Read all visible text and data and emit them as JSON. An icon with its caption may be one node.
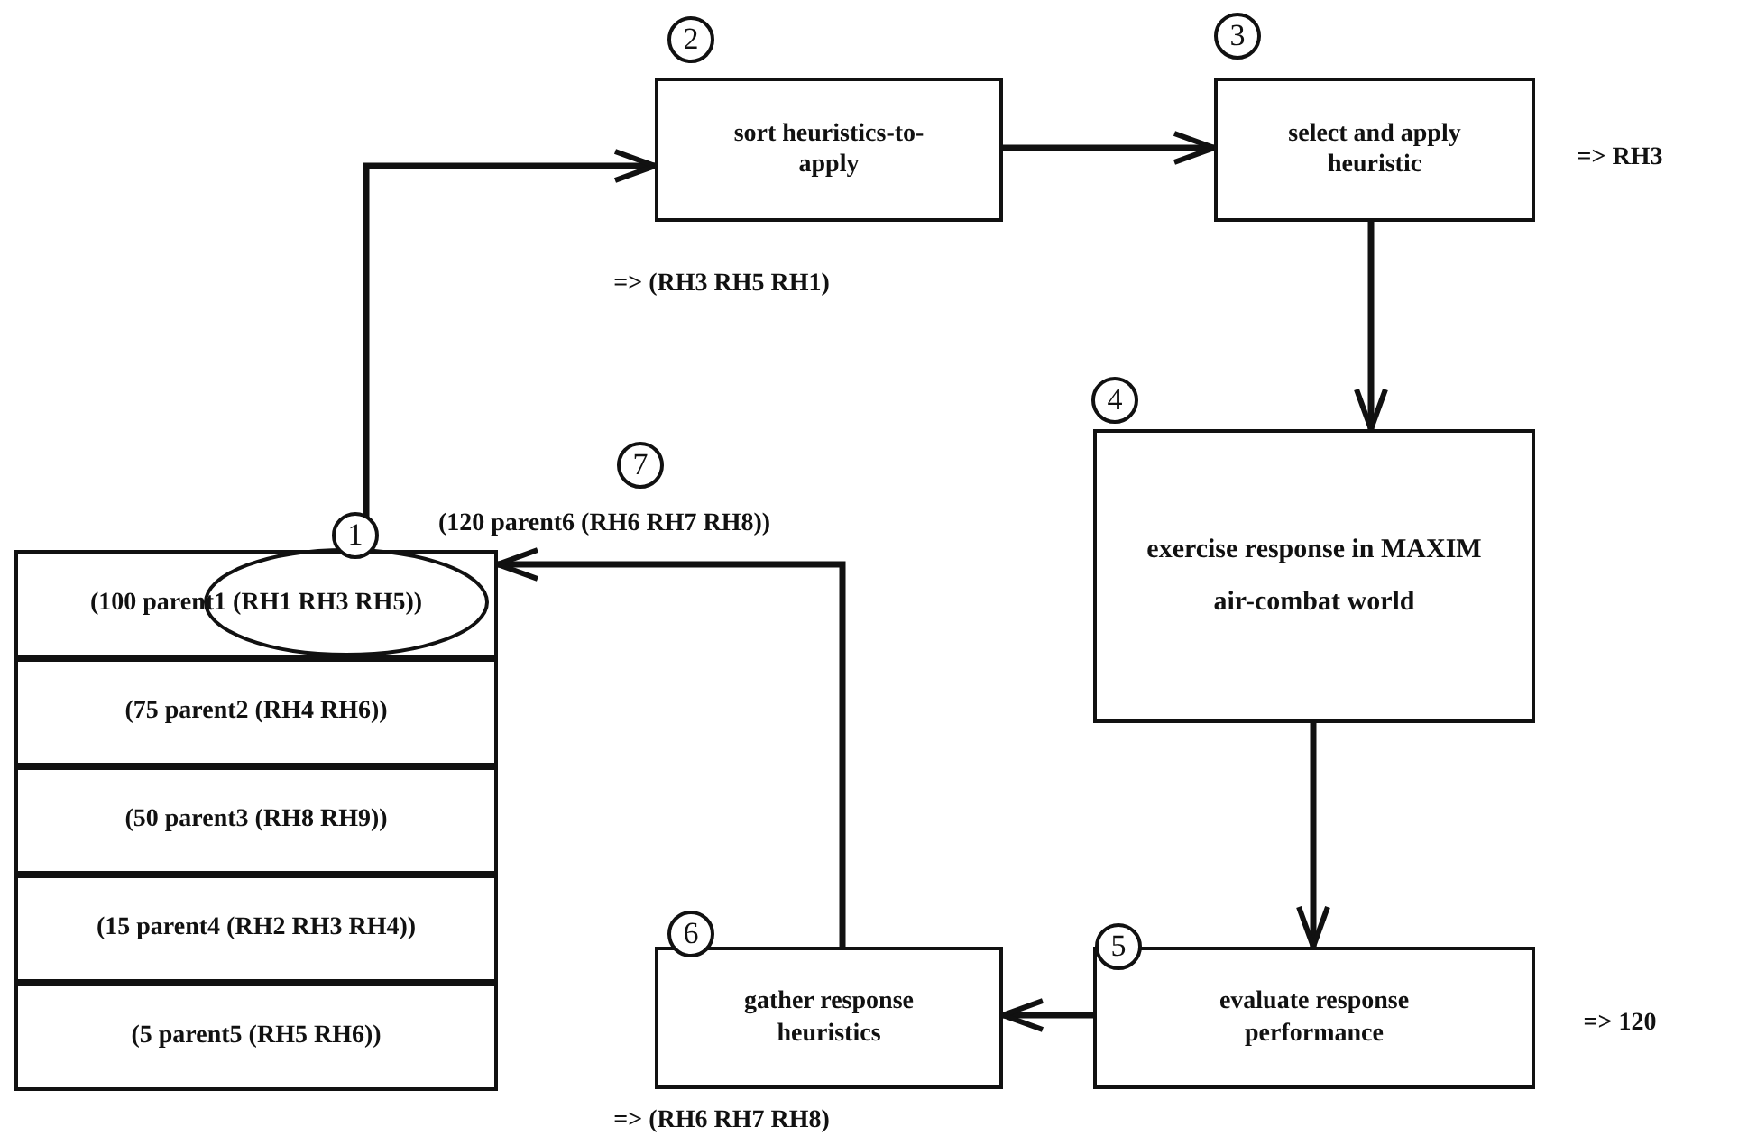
{
  "diagram": {
    "nodes": [
      {
        "text": [
          "(100 parent1 (RH1 RH3 RH5))"
        ],
        "beside": [
          "1"
        ]
      },
      {
        "text": [
          "(75 parent2 (RH4 RH6))"
        ]
      },
      {
        "text": [
          "(50 parent3 (RH8 RH9))"
        ]
      },
      {
        "text": [
          "(15 parent4 (RH2 RH3 RH4))"
        ]
      },
      {
        "text": [
          "(5 parent5 (RH5 RH6))"
        ]
      },
      {
        "text": [
          "sort heuristics-to-apply"
        ],
        "beside": [
          "2",
          "=> (RH3 RH5 RH1)"
        ]
      },
      {
        "text": [
          "select and apply heuristic"
        ],
        "beside": [
          "3",
          "=> RH3"
        ]
      },
      {
        "text": [
          "exercise response in MAXIM air-combat world"
        ],
        "beside": [
          "4"
        ]
      },
      {
        "text": [
          "evaluate response performance"
        ],
        "beside": [
          "5",
          "=> 120"
        ]
      },
      {
        "text": [
          "gather response heuristics"
        ],
        "beside": [
          "6",
          "=> (RH6 RH7 RH8)"
        ]
      }
    ],
    "edges": [
      {
        "from": 0,
        "to": 5,
        "arrow": "to"
      },
      {
        "from": 5,
        "to": 6,
        "arrow": "to"
      },
      {
        "from": 6,
        "to": 7,
        "arrow": "to"
      },
      {
        "from": 7,
        "to": 8,
        "arrow": "to"
      },
      {
        "from": 8,
        "to": 9,
        "arrow": "to"
      },
      {
        "from": 9,
        "to": 0,
        "arrow": "to",
        "label": "(120 parent6 (RH6 RH7 RH8))"
      }
    ],
    "labels": [
      "7"
    ]
  }
}
